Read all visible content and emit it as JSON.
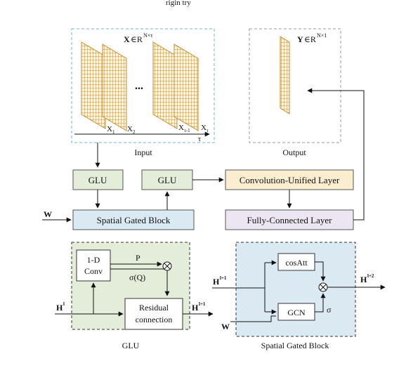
{
  "header": {
    "fragment": "rigin      try"
  },
  "input": {
    "math_base": "X",
    "math_set": "∈R",
    "math_sup": "N×τ",
    "ellipsis": "...",
    "x1": "X",
    "x1_sub": "1",
    "x2": "X",
    "x2_sub": "2",
    "xtm1": "X",
    "xtm1_sub": "τ-1",
    "xt": "X",
    "xt_sub": "τ",
    "axis_label": "τ",
    "caption": "Input"
  },
  "output": {
    "math_base": "Y",
    "math_set": "∈R",
    "math_sup": "N×1",
    "caption": "Output"
  },
  "blocks": {
    "glu_left": "GLU",
    "glu_right": "GLU",
    "conv_unified": "Convolution-Unified Layer",
    "fully_connected": "Fully-Connected Layer",
    "spatial_gated": "Spatial Gated Block",
    "w": "W"
  },
  "glu_detail": {
    "conv_line1": "1-D",
    "conv_line2": "Conv",
    "p": "P",
    "sigma_q": "σ(Q)",
    "h_in": "H",
    "h_in_sup": "l",
    "residual_line1": "Residual",
    "residual_line2": "connection",
    "h_out": "H",
    "h_out_sup": "l+1",
    "caption": "GLU"
  },
  "sgb_detail": {
    "h_in": "H",
    "h_in_sup": "l+1",
    "w": "W",
    "cosatt": "cosAtt",
    "gcn": "GCN",
    "sigma": "σ",
    "h_out": "H",
    "h_out_sup": "l+2",
    "caption": "Spatial Gated Block"
  },
  "colors": {
    "glu_fill": "#e4edd9",
    "conv_unified_fill": "#fbedd0",
    "fully_connected_fill": "#ece6f2",
    "spatial_fill": "#dbe9f3",
    "input_dash": "#6fb3d2",
    "output_dash": "#999999",
    "grid_fill": "#c98a2e"
  }
}
